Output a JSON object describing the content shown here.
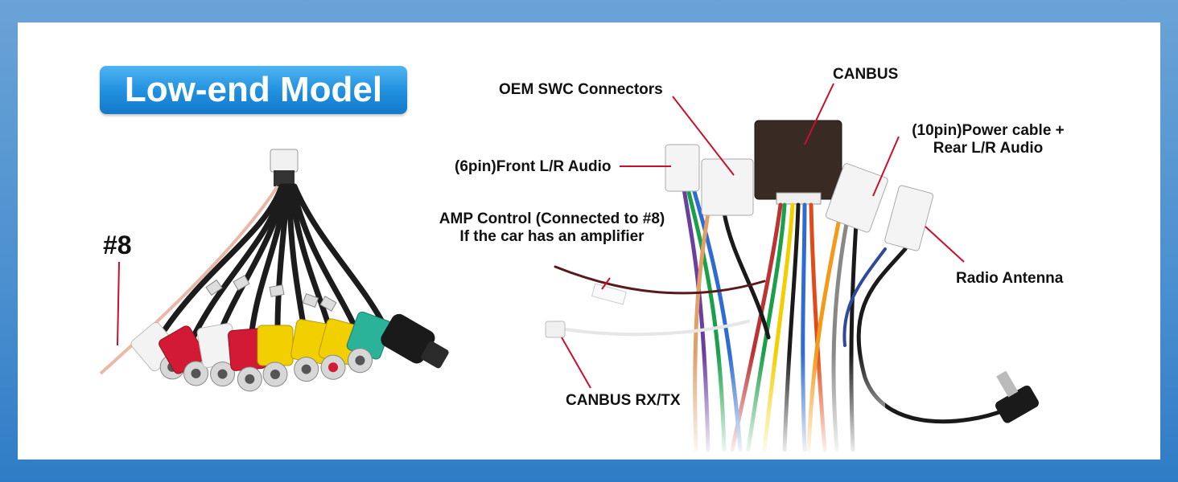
{
  "badge": {
    "text": "Low-end Model",
    "color_top": "#4fb4f2",
    "color_bottom": "#1479c9"
  },
  "labels": {
    "wire8": "#8",
    "oem_swc": "OEM SWC Connectors",
    "canbus": "CANBUS",
    "front_audio": "(6pin)Front L/R Audio",
    "power_line1": "(10pin)Power cable +",
    "power_line2": "Rear L/R Audio",
    "amp_line1": "AMP Control (Connected to #8)",
    "amp_line2": "If the car has an amplifier",
    "radio_antenna": "Radio Antenna",
    "canbus_rxtx": "CANBUS RX/TX"
  },
  "colors": {
    "callout_line": "#c8102e",
    "frame": "#4a8fcf",
    "panel": "#ffffff"
  },
  "rca_plugs": [
    "white",
    "red",
    "white",
    "red",
    "yellow",
    "yellow",
    "yellow",
    "green",
    "black"
  ]
}
